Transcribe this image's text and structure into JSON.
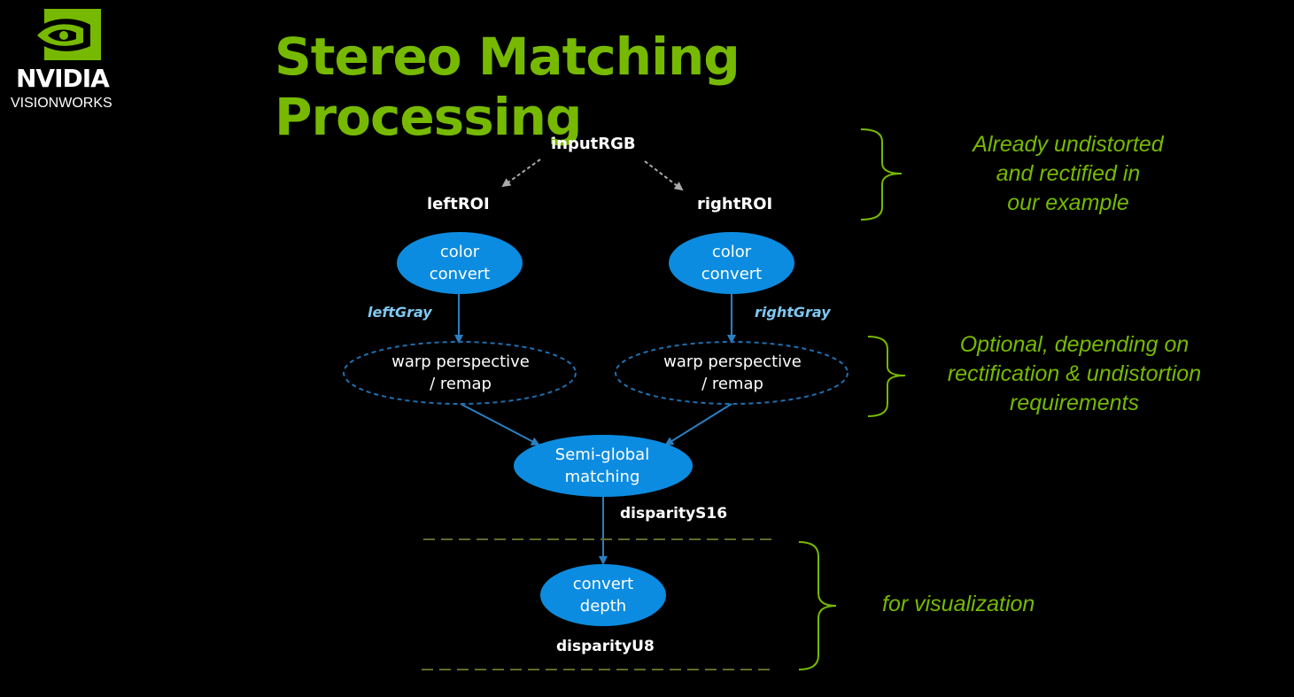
{
  "logo": {
    "brand": "NVIDIA",
    "sub": "VISIONWORKS",
    "icon": "nvidia-eye-icon"
  },
  "title": "Stereo Matching Processing",
  "colors": {
    "accent": "#76b900",
    "node_fill": "#0c8ce0",
    "edge": "#2a7fc0",
    "edge_label": "#7ec8f0",
    "dash_line": "#5f6b2c"
  },
  "diagram": {
    "input": "inputRGB",
    "left_roi": "leftROI",
    "right_roi": "rightROI",
    "left_color": [
      "color",
      "convert"
    ],
    "right_color": [
      "color",
      "convert"
    ],
    "left_gray": "leftGray",
    "right_gray": "rightGray",
    "left_warp": [
      "warp perspective",
      "/ remap"
    ],
    "right_warp": [
      "warp perspective",
      "/ remap"
    ],
    "sgm": [
      "Semi-global",
      "matching"
    ],
    "disparity_s16": "disparityS16",
    "convert_depth": [
      "convert",
      "depth"
    ],
    "disparity_u8": "disparityU8"
  },
  "notes": {
    "rectified": [
      "Already undistorted",
      "and rectified in",
      "our example"
    ],
    "optional": [
      "Optional, depending on",
      "rectification & undistortion",
      "requirements"
    ],
    "visualization": "for visualization"
  }
}
